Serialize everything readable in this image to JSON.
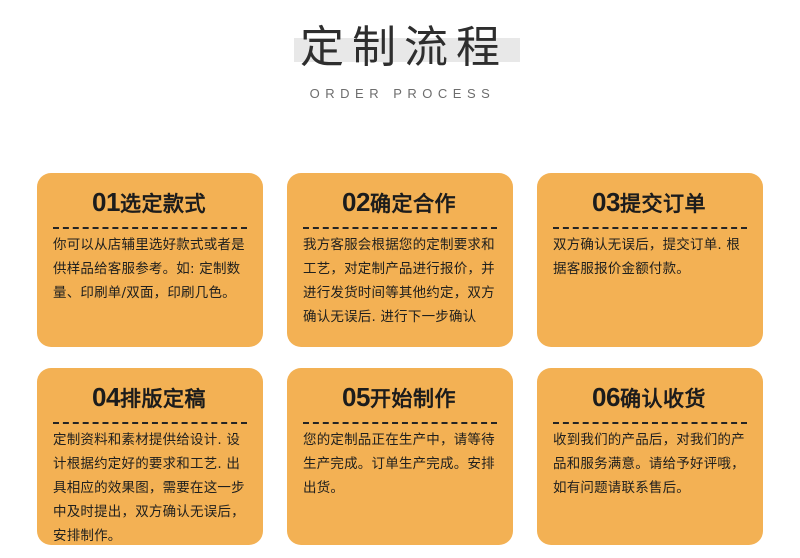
{
  "header": {
    "title": "定制流程",
    "subtitle": "ORDER PROCESS",
    "band_color": "#e8e8e8",
    "title_color": "#2e2e2e",
    "subtitle_color": "#6d6d6d"
  },
  "theme": {
    "card_bg": "#f3b154",
    "text_color": "#20201e",
    "divider_color": "#242424",
    "page_bg": "#ffffff"
  },
  "steps": [
    {
      "number": "01",
      "name": "选定款式",
      "body": "你可以从店辅里选好款式或者是供样品给客服参考。如: 定制数量、印刷单/双面，印刷几色。"
    },
    {
      "number": "02",
      "name": "确定合作",
      "body": "我方客服会根据您的定制要求和工艺，对定制产品进行报价，并进行发货时间等其他约定，双方确认无误后. 进行下一步确认"
    },
    {
      "number": "03",
      "name": "提交订单",
      "body": "双方确认无误后，提交订单. 根据客服报价金额付款。"
    },
    {
      "number": "04",
      "name": "排版定稿",
      "body": "定制资料和素材提供给设计. 设计根据约定好的要求和工艺. 出具相应的效果图，需要在这一步中及时提出，双方确认无误后，安排制作。"
    },
    {
      "number": "05",
      "name": "开始制作",
      "body": "您的定制品正在生产中，请等待生产完成。订单生产完成。安排出货。"
    },
    {
      "number": "06",
      "name": "确认收货",
      "body": "收到我们的产品后，对我们的产品和服务满意。请给予好评哦，如有问题请联系售后。"
    }
  ]
}
